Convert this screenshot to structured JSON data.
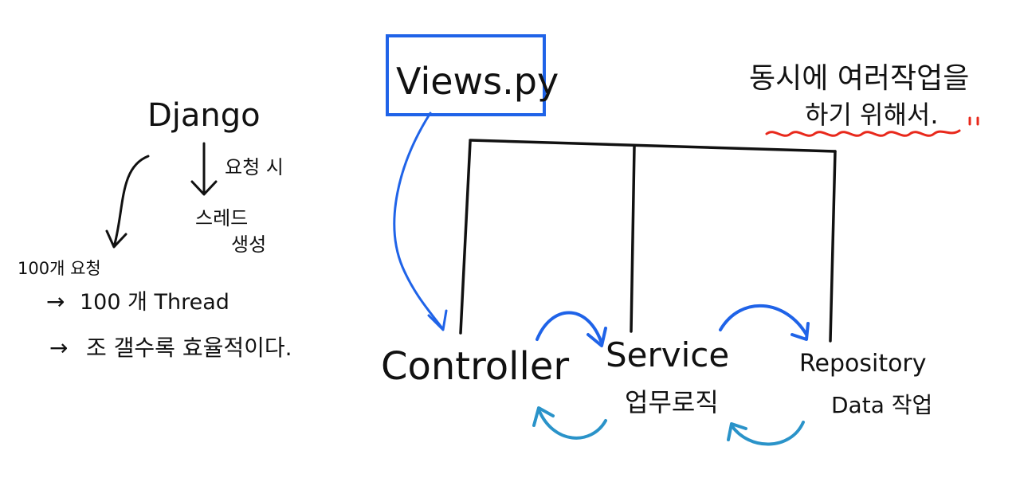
{
  "left_notes": {
    "title": "Django",
    "request_note": "요청 시",
    "thread_note_line1": "스레드",
    "thread_note_line2": "생성",
    "hundred_requests": "100개 요청",
    "hundred_threads": "100 개 Thread",
    "efficiency_note": "조 갤수록 효율적이다."
  },
  "diagram": {
    "views_box_label": "Views.py",
    "controller_label": "Controller",
    "service_label": "Service",
    "service_sub_label": "업무로직",
    "repository_label": "Repository",
    "repository_sub_label": "Data 작업",
    "concurrency_note_line1": "동시에 여러작업을",
    "concurrency_note_line2": "하기 위해서.",
    "arrow_symbol": "→",
    "colors": {
      "ink": "#111111",
      "box_blue": "#1f63e8",
      "arrow_blue": "#1f63e8",
      "return_teal": "#2a93c9",
      "underline_red": "#e8281b"
    }
  }
}
